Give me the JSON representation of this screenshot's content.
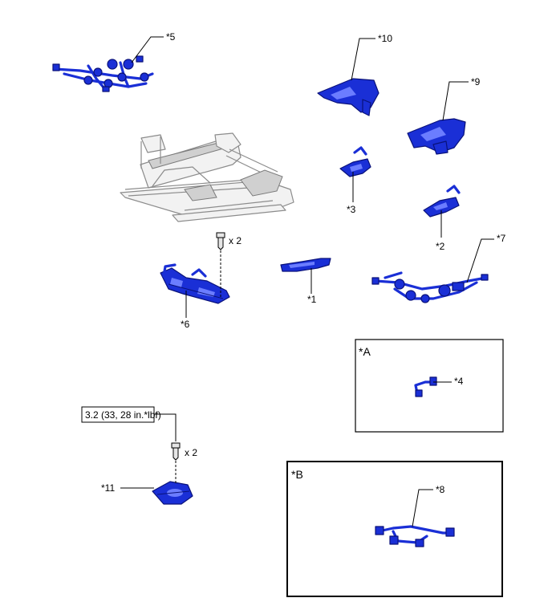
{
  "callouts": {
    "c1": "*1",
    "c2": "*2",
    "c3": "*3",
    "c4": "*4",
    "c5": "*5",
    "c6": "*6",
    "c7": "*7",
    "c8": "*8",
    "c9": "*9",
    "c10": "*10",
    "c11": "*11"
  },
  "boxes": {
    "a": "*A",
    "b": "*B"
  },
  "quantities": {
    "upper": "x 2",
    "lower": "x 2"
  },
  "torque": "3.2 (33, 28 in.*lbf)",
  "colors": {
    "part": "#1a2fd6",
    "frame": "#8c8c8c"
  }
}
